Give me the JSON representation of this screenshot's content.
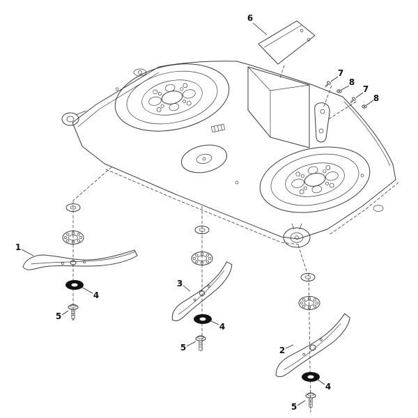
{
  "diagram": {
    "colors": {
      "line": "#3a3a3a",
      "fill_dark": "#111111",
      "background": "#ffffff"
    },
    "callouts": {
      "part1": {
        "label": "1"
      },
      "part2": {
        "label": "2"
      },
      "part3": {
        "label": "3"
      },
      "part4_left": {
        "label": "4"
      },
      "part4_center": {
        "label": "4"
      },
      "part4_right": {
        "label": "4"
      },
      "part5_left": {
        "label": "5"
      },
      "part5_center": {
        "label": "5"
      },
      "part5_right": {
        "label": "5"
      },
      "part6": {
        "label": "6"
      },
      "part7_a": {
        "label": "7"
      },
      "part7_b": {
        "label": "7"
      },
      "part8_a": {
        "label": "8"
      },
      "part8_b": {
        "label": "8"
      }
    }
  }
}
